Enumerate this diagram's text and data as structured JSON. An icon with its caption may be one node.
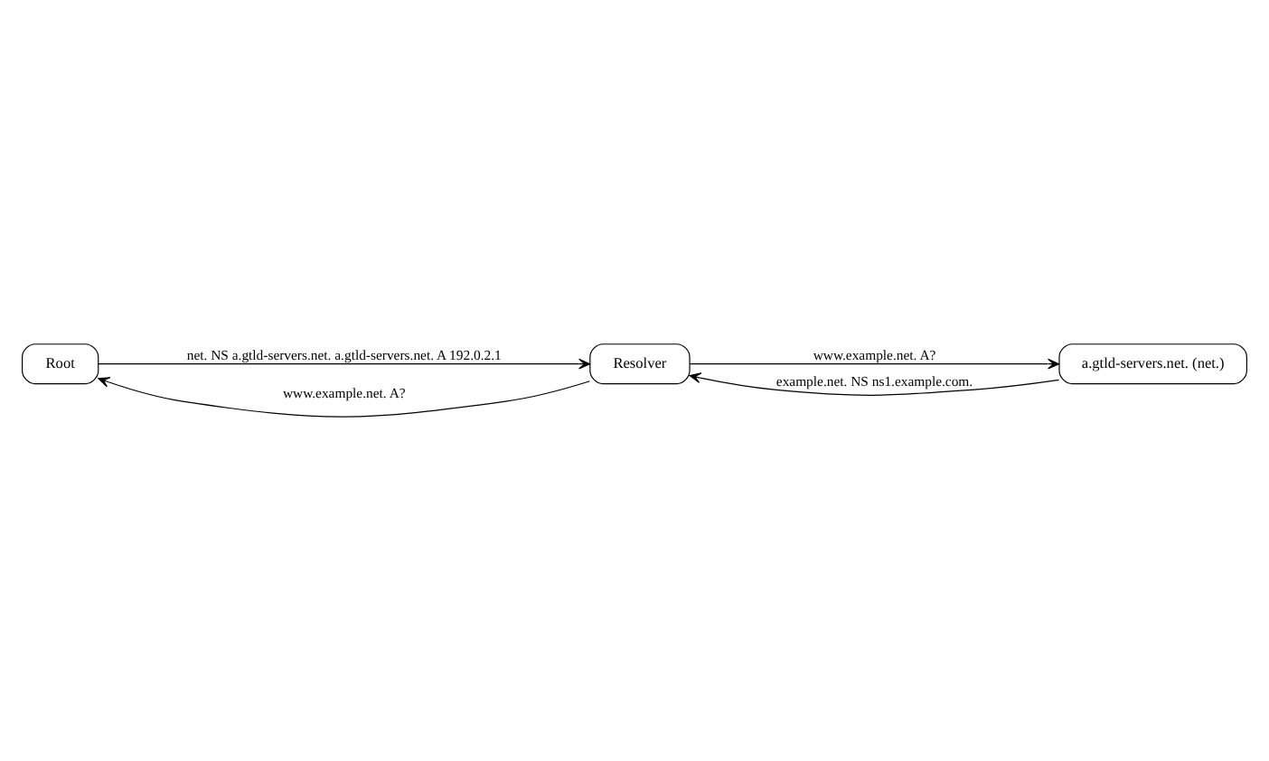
{
  "diagram": {
    "nodes": [
      {
        "text": [
          "Root"
        ]
      },
      {
        "text": [
          "a.gtld-servers.net. (net.)"
        ]
      },
      {
        "text": [
          "Resolver"
        ]
      }
    ],
    "edges": [
      {
        "from": 2,
        "to": 0,
        "arrow": "to",
        "label": "www.example.net. A?"
      },
      {
        "from": 0,
        "to": 2,
        "arrow": "to",
        "label": "net. NS a.gtld-servers.net. a.gtld-servers.net. A 192.0.2.1"
      },
      {
        "from": 2,
        "to": 1,
        "arrow": "to",
        "label": "www.example.net. A?"
      },
      {
        "from": 1,
        "to": 2,
        "arrow": "to",
        "label": "example.net. NS ns1.example.com."
      }
    ]
  }
}
